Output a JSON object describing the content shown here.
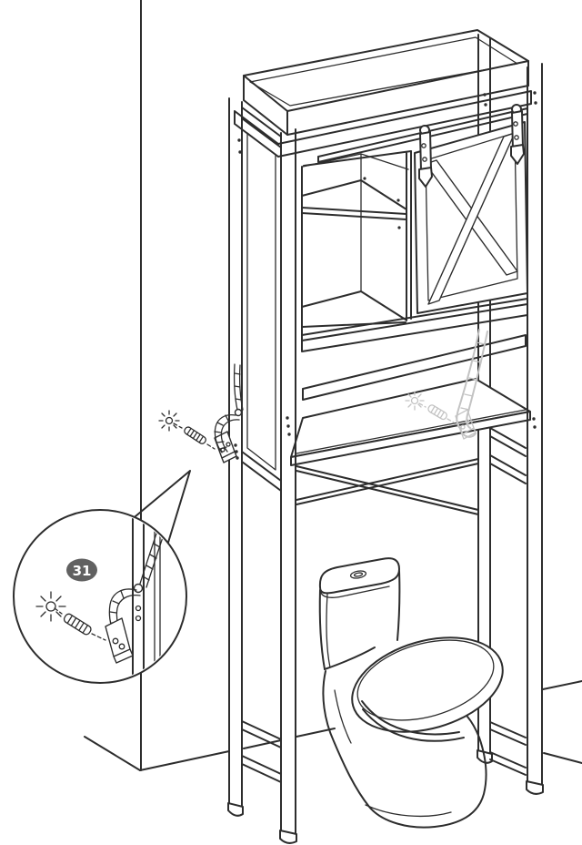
{
  "figure": {
    "type": "assembly-instruction-diagram",
    "subject": "Over-the-toilet storage rack with sliding barn-door cabinet, anchored to wall above toilet",
    "callout": {
      "step_label": "31",
      "badge_fill": "#616161",
      "badge_text_color": "#ffffff"
    },
    "colors": {
      "line": "#2d2d2d",
      "secondary": "#c3c3c3",
      "background": "#ffffff"
    },
    "parts": {
      "wall": "room wall and floor edge",
      "cabinet": "upper cabinet with gallery top tray and open cubbies",
      "barn_door": "sliding barn door with X cross panel",
      "door_rail": "sliding-door rail with two strap hangers",
      "lower_shelf": "open shelf above toilet",
      "frame": "four-leg floor-standing frame with cross braces",
      "toilet": "two-piece toilet with closed lid",
      "drill_hole": "wall drill-hole starburst mark",
      "wall_anchor": "ribbed wall anchor plug",
      "anti_tip": "anti-tip strap with L-bracket",
      "callout_circle": "magnified installation detail"
    }
  }
}
